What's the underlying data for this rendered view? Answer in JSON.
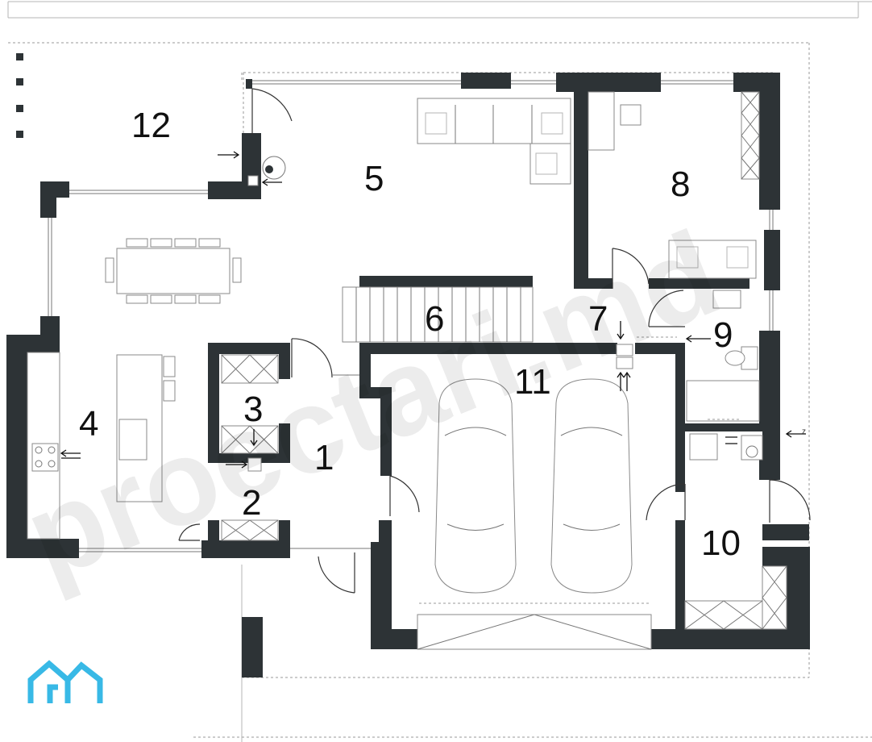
{
  "plan": {
    "rooms": [
      {
        "id": "room-1",
        "number": "1"
      },
      {
        "id": "room-2",
        "number": "2"
      },
      {
        "id": "room-3",
        "number": "3"
      },
      {
        "id": "room-4",
        "number": "4"
      },
      {
        "id": "room-5",
        "number": "5"
      },
      {
        "id": "room-6",
        "number": "6"
      },
      {
        "id": "room-7",
        "number": "7"
      },
      {
        "id": "room-8",
        "number": "8"
      },
      {
        "id": "room-9",
        "number": "9"
      },
      {
        "id": "room-10",
        "number": "10"
      },
      {
        "id": "room-11",
        "number": "11"
      },
      {
        "id": "room-12",
        "number": "12"
      }
    ],
    "watermark": "proectari.md",
    "gas_marker": "z"
  },
  "colors": {
    "wall": "#2d3336",
    "logo": "#38b9e6",
    "line": "#777777"
  },
  "icons": [
    "brand-logo-icon",
    "car-icon",
    "stairs-icon",
    "sofa-icon",
    "dining-table-icon",
    "stove-icon",
    "sink-icon",
    "toilet-icon",
    "washbasin-icon",
    "boiler-icon",
    "washing-machine-icon",
    "bathtub-icon",
    "desk-icon"
  ]
}
